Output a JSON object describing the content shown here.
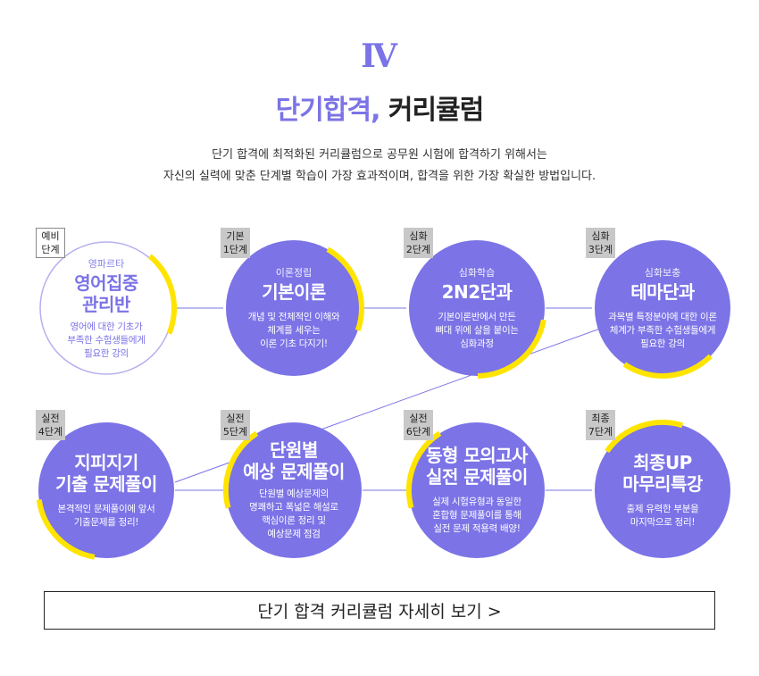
{
  "header": {
    "roman": "Ⅳ",
    "title_accent": "단기합격,",
    "title_rest": "커리큘럼",
    "desc_line1": "단기 합격에 최적화된 커리큘럼으로 공무원 시험에 합격하기 위해서는",
    "desc_line2": "자신의 실력에 맞춘 단계별 학습이 가장 효과적이며, 합격을 위한 가장 확실한 방법입니다."
  },
  "colors": {
    "purple": "#7b73e6",
    "yellow": "#ffe400",
    "light_border": "#b5b0f0",
    "badge": "#c8c8c8"
  },
  "steps": [
    {
      "badge1": "예비",
      "badge2": "단계",
      "sub": "영파르타",
      "main1": "영어집중",
      "main2": "관리반",
      "detail1": "영어에 대한 기초가",
      "detail2": "부족한 수험생들에게",
      "detail3": "필요한 강의",
      "progress": 0.2
    },
    {
      "badge1": "기본",
      "badge2": "1단계",
      "sub": "이론정립",
      "main1": "기본이론",
      "main2": "",
      "detail1": "개념 및 전체적인 이해와",
      "detail2": "체계를 세우는",
      "detail3": "이론 기초 다지기!",
      "progress": 0.22
    },
    {
      "badge1": "심화",
      "badge2": "2단계",
      "sub": "심화학습",
      "main1": "2N2단과",
      "main2": "",
      "detail1": "기본이론반에서 만든",
      "detail2": "뼈대 위에 살을 붙이는",
      "detail3": "심화과정",
      "progress": 0.22
    },
    {
      "badge1": "심화",
      "badge2": "3단계",
      "sub": "심화보충",
      "main1": "테마단과",
      "main2": "",
      "detail1": "과목별 특정분야에 대한 이론",
      "detail2": "체계가 부족한 수험생들에게",
      "detail3": "필요한 강의",
      "progress": 0.22
    },
    {
      "badge1": "실전",
      "badge2": "4단계",
      "sub": "",
      "main1": "지피지기",
      "main2": "기출 문제풀이",
      "detail1": "본격적인 문제풀이에 앞서",
      "detail2": "기출문제를 정리!",
      "detail3": "",
      "progress": 0.2
    },
    {
      "badge1": "실전",
      "badge2": "5단계",
      "sub": "",
      "main1": "단원별",
      "main2": "예상 문제풀이",
      "detail1": "단원별 예상문제의",
      "detail2": "명쾌하고 폭넓은 해설로",
      "detail3": "핵심이론 정리 및",
      "detail4": "예상문제 점검",
      "progress": 0.2
    },
    {
      "badge1": "실전",
      "badge2": "6단계",
      "sub": "",
      "main1": "동형 모의고사",
      "main2": "실전 문제풀이",
      "detail1": "실제 시험유형과 동일한",
      "detail2": "혼합형 문제풀이를 통해",
      "detail3": "실전 문제 적용력 배양!",
      "progress": 0.2
    },
    {
      "badge1": "최종",
      "badge2": "7단계",
      "sub": "",
      "main1": "최종UP",
      "main2": "마무리특강",
      "detail1": "출제 유력한 부분을",
      "detail2": "마지막으로 정리!",
      "detail3": "",
      "progress": 0.2
    }
  ],
  "cta": {
    "label": "단기 합격 커리큘럼 자세히 보기 >"
  }
}
